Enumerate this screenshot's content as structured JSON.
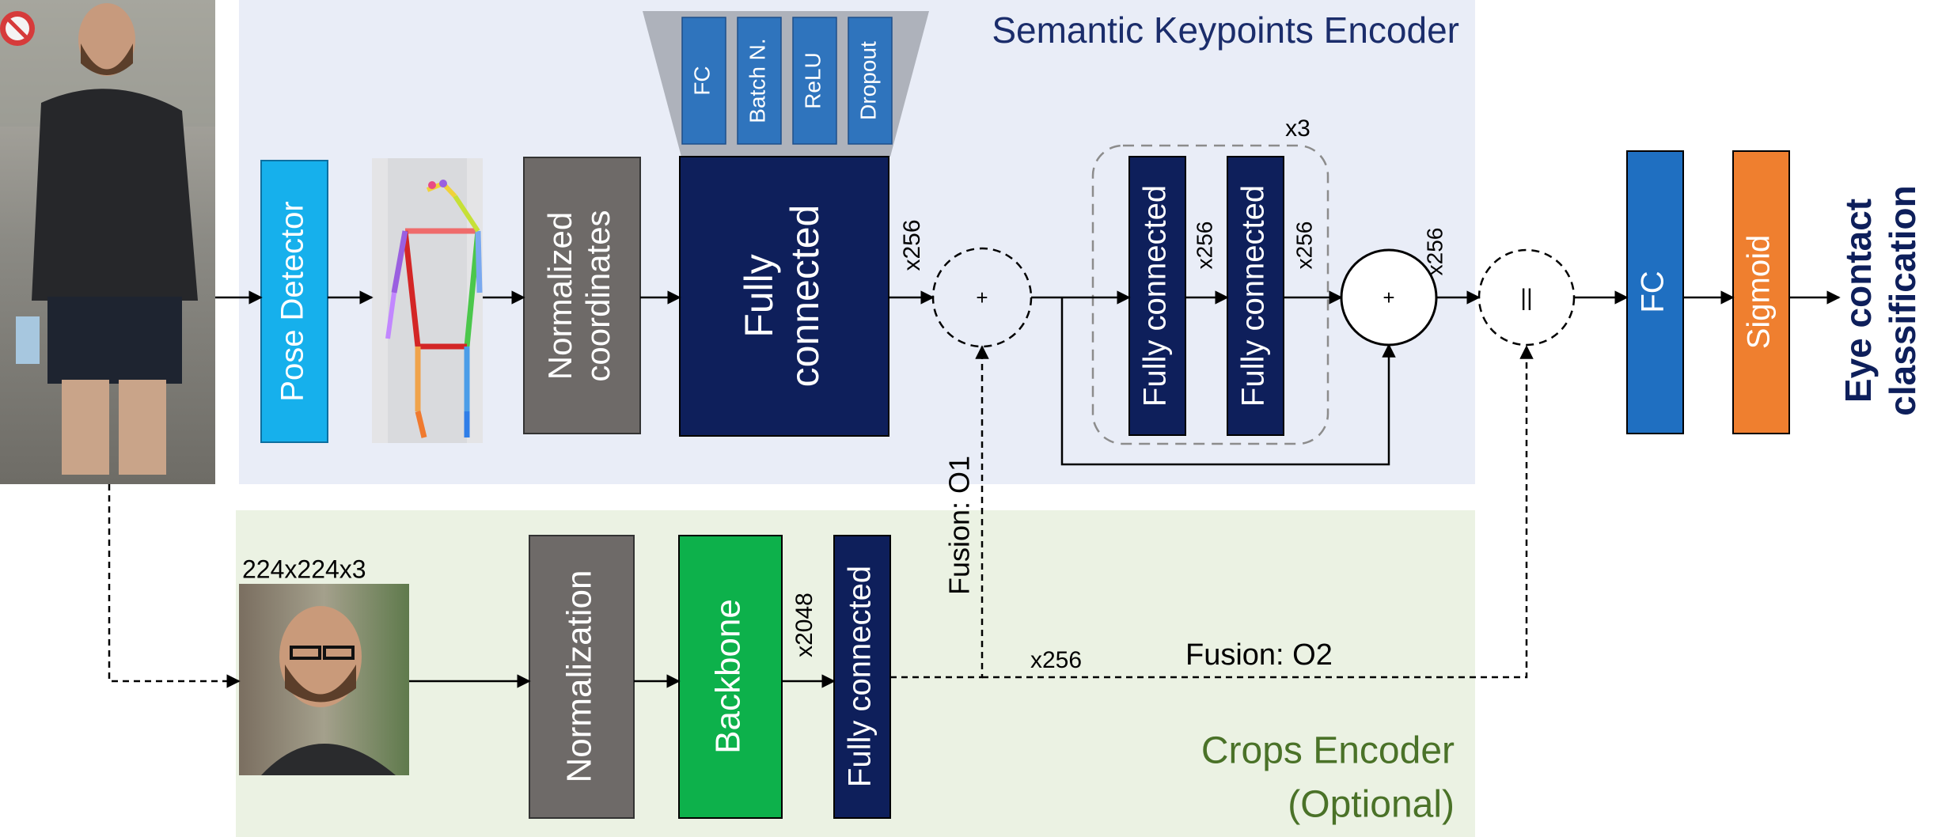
{
  "diagram": {
    "keypoints_panel": {
      "title": "Semantic Keypoints Encoder",
      "pose_detector": "Pose Detector",
      "normalized_coordinates": [
        "Normalized",
        "coordinates"
      ],
      "fully_connected_big": [
        "Fully",
        "connected"
      ],
      "fc_detail": {
        "fc": "FC",
        "batch_norm": "Batch N.",
        "relu": "ReLU",
        "dropout": "Dropout"
      },
      "repeat_label": "x3",
      "residual_fc_1": "Fully connected",
      "residual_fc_2": "Fully connected",
      "dim_after_fc": "x256",
      "dim_between_fc": "x256",
      "dim_after_block": "x256",
      "dim_after_sum": "x256",
      "plus_sign": "+",
      "plus_sign_2": "+",
      "concat_sign": "||"
    },
    "head": {
      "fc": "FC",
      "sigmoid": "Sigmoid",
      "output": [
        "Eye contact",
        "classification"
      ]
    },
    "crops_panel": {
      "title_line1": "Crops Encoder",
      "title_line2": "(Optional)",
      "crop_size": "224x224x3",
      "normalization": "Normalization",
      "backbone": "Backbone",
      "fully_connected": "Fully connected",
      "dim_backbone": "x2048",
      "dim_fc": "x256",
      "fusion_o1": "Fusion: O1",
      "fusion_o2": "Fusion: O2"
    },
    "colors": {
      "top_panel": "#e9edf7",
      "bottom_panel": "#ebf2e3",
      "dark_navy": "#0e1f5b",
      "pose_blue": "#16b0ec",
      "gray_box": "#6e6a68",
      "fc_blue": "#1f6fc1",
      "sigmoid_orange": "#ef7f2f",
      "backbone_green": "#0db14b",
      "title_navy": "#1b2d6b",
      "title_green": "#4a7228"
    }
  }
}
